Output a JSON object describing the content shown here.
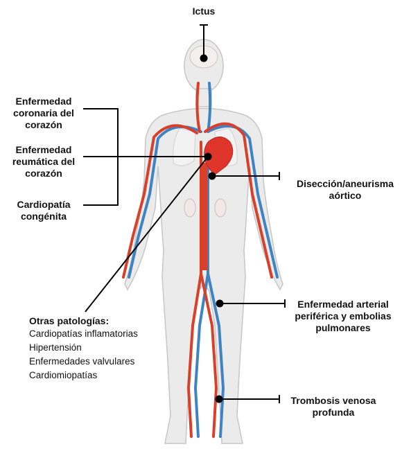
{
  "labels": {
    "ictus": "Ictus",
    "coronary": "Enfermedad\ncoronaria del\ncorazón",
    "rheumatic": "Enfermedad\nreumática del\ncorazón",
    "congenital": "Cardiopatía\ncongénita",
    "aortic": "Disección/aneurisma\naórtico",
    "peripheral": "Enfermedad arterial\nperiférica y embolias\npulmonares",
    "dvt": "Trombosis venosa\nprofunda"
  },
  "other": {
    "heading": "Otras patologías:",
    "items": [
      "Cardiopatías inflamatorias",
      "Hipertensión",
      "Enfermedades valvulares",
      "Cardiomiopatías"
    ]
  },
  "colors": {
    "artery": "#d8402a",
    "vein": "#3f83c4",
    "heart": "#e0352a",
    "body_fill": "#e9e9e9",
    "body_stroke": "#c4c4c4",
    "pointer": "#000000"
  }
}
